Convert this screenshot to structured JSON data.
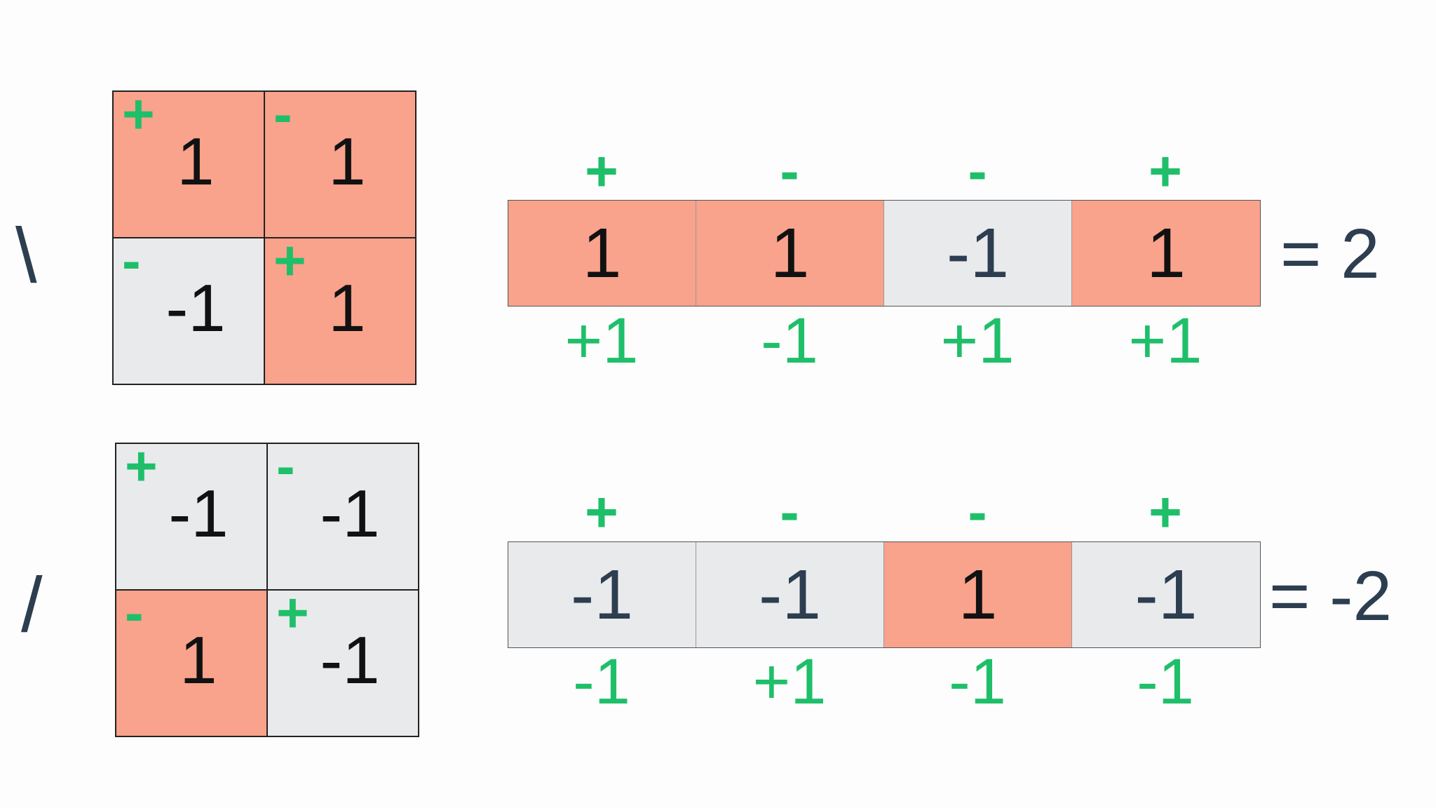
{
  "rows": [
    {
      "diag_symbol": "\\",
      "grid": [
        {
          "value": "1",
          "sign": "+",
          "color": "salmon"
        },
        {
          "value": "1",
          "sign": "-",
          "color": "salmon"
        },
        {
          "value": "-1",
          "sign": "-",
          "color": "gray"
        },
        {
          "value": "1",
          "sign": "+",
          "color": "salmon"
        }
      ],
      "strip_signs": [
        "+",
        "-",
        "-",
        "+"
      ],
      "strip": [
        {
          "value": "1",
          "color": "salmon"
        },
        {
          "value": "1",
          "color": "salmon"
        },
        {
          "value": "-1",
          "color": "gray"
        },
        {
          "value": "1",
          "color": "salmon"
        }
      ],
      "products": [
        "+1",
        "-1",
        "+1",
        "+1"
      ],
      "result": "= 2"
    },
    {
      "diag_symbol": "/",
      "grid": [
        {
          "value": "-1",
          "sign": "+",
          "color": "gray"
        },
        {
          "value": "-1",
          "sign": "-",
          "color": "gray"
        },
        {
          "value": "1",
          "sign": "-",
          "color": "salmon"
        },
        {
          "value": "-1",
          "sign": "+",
          "color": "gray"
        }
      ],
      "strip_signs": [
        "+",
        "-",
        "-",
        "+"
      ],
      "strip": [
        {
          "value": "-1",
          "color": "gray"
        },
        {
          "value": "-1",
          "color": "gray"
        },
        {
          "value": "1",
          "color": "salmon"
        },
        {
          "value": "-1",
          "color": "gray"
        }
      ],
      "products": [
        "-1",
        "+1",
        "-1",
        "-1"
      ],
      "result": "= -2"
    }
  ],
  "colors": {
    "salmon": "#f9a28c",
    "gray": "#e9eaec",
    "green": "#1fbf6a",
    "dark": "#2c3e50"
  }
}
